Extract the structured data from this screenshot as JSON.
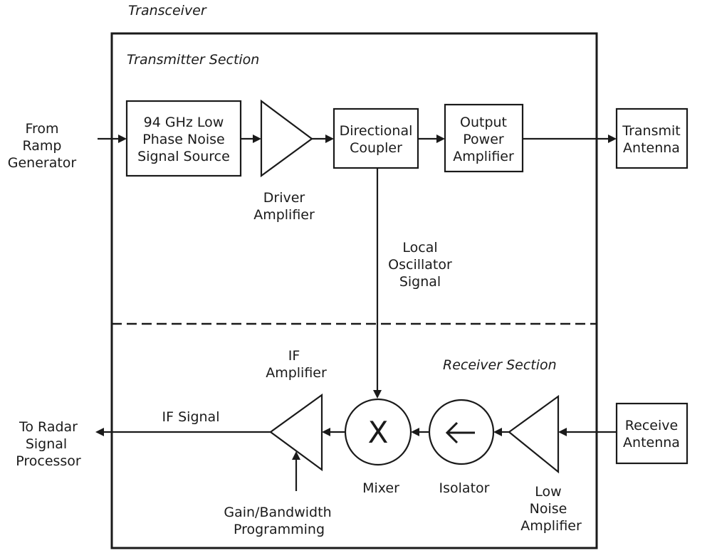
{
  "diagram": {
    "title": "Transceiver",
    "sections": {
      "transmitter": "Transmitter Section",
      "receiver": "Receiver Section"
    },
    "external": {
      "input": [
        "From",
        "Ramp",
        "Generator"
      ],
      "output": [
        "To Radar",
        "Signal",
        "Processor"
      ]
    },
    "blocks": {
      "signal_source": [
        "94 GHz Low",
        "Phase Noise",
        "Signal Source"
      ],
      "driver_amp": [
        "Driver",
        "Amplifier"
      ],
      "directional_coupler": [
        "Directional",
        "Coupler"
      ],
      "output_pa": [
        "Output",
        "Power",
        "Amplifier"
      ],
      "transmit_antenna": [
        "Transmit",
        "Antenna"
      ],
      "receive_antenna": [
        "Receive",
        "Antenna"
      ],
      "lna": [
        "Low",
        "Noise",
        "Amplifier"
      ],
      "isolator": "Isolator",
      "mixer": "Mixer",
      "mixer_symbol": "X",
      "if_amp": [
        "IF",
        "Amplifier"
      ],
      "gain_control": [
        "Gain/Bandwidth",
        "Programming"
      ]
    },
    "signals": {
      "local_oscillator": [
        "Local",
        "Oscillator",
        "Signal"
      ],
      "if_signal": "IF Signal"
    }
  }
}
